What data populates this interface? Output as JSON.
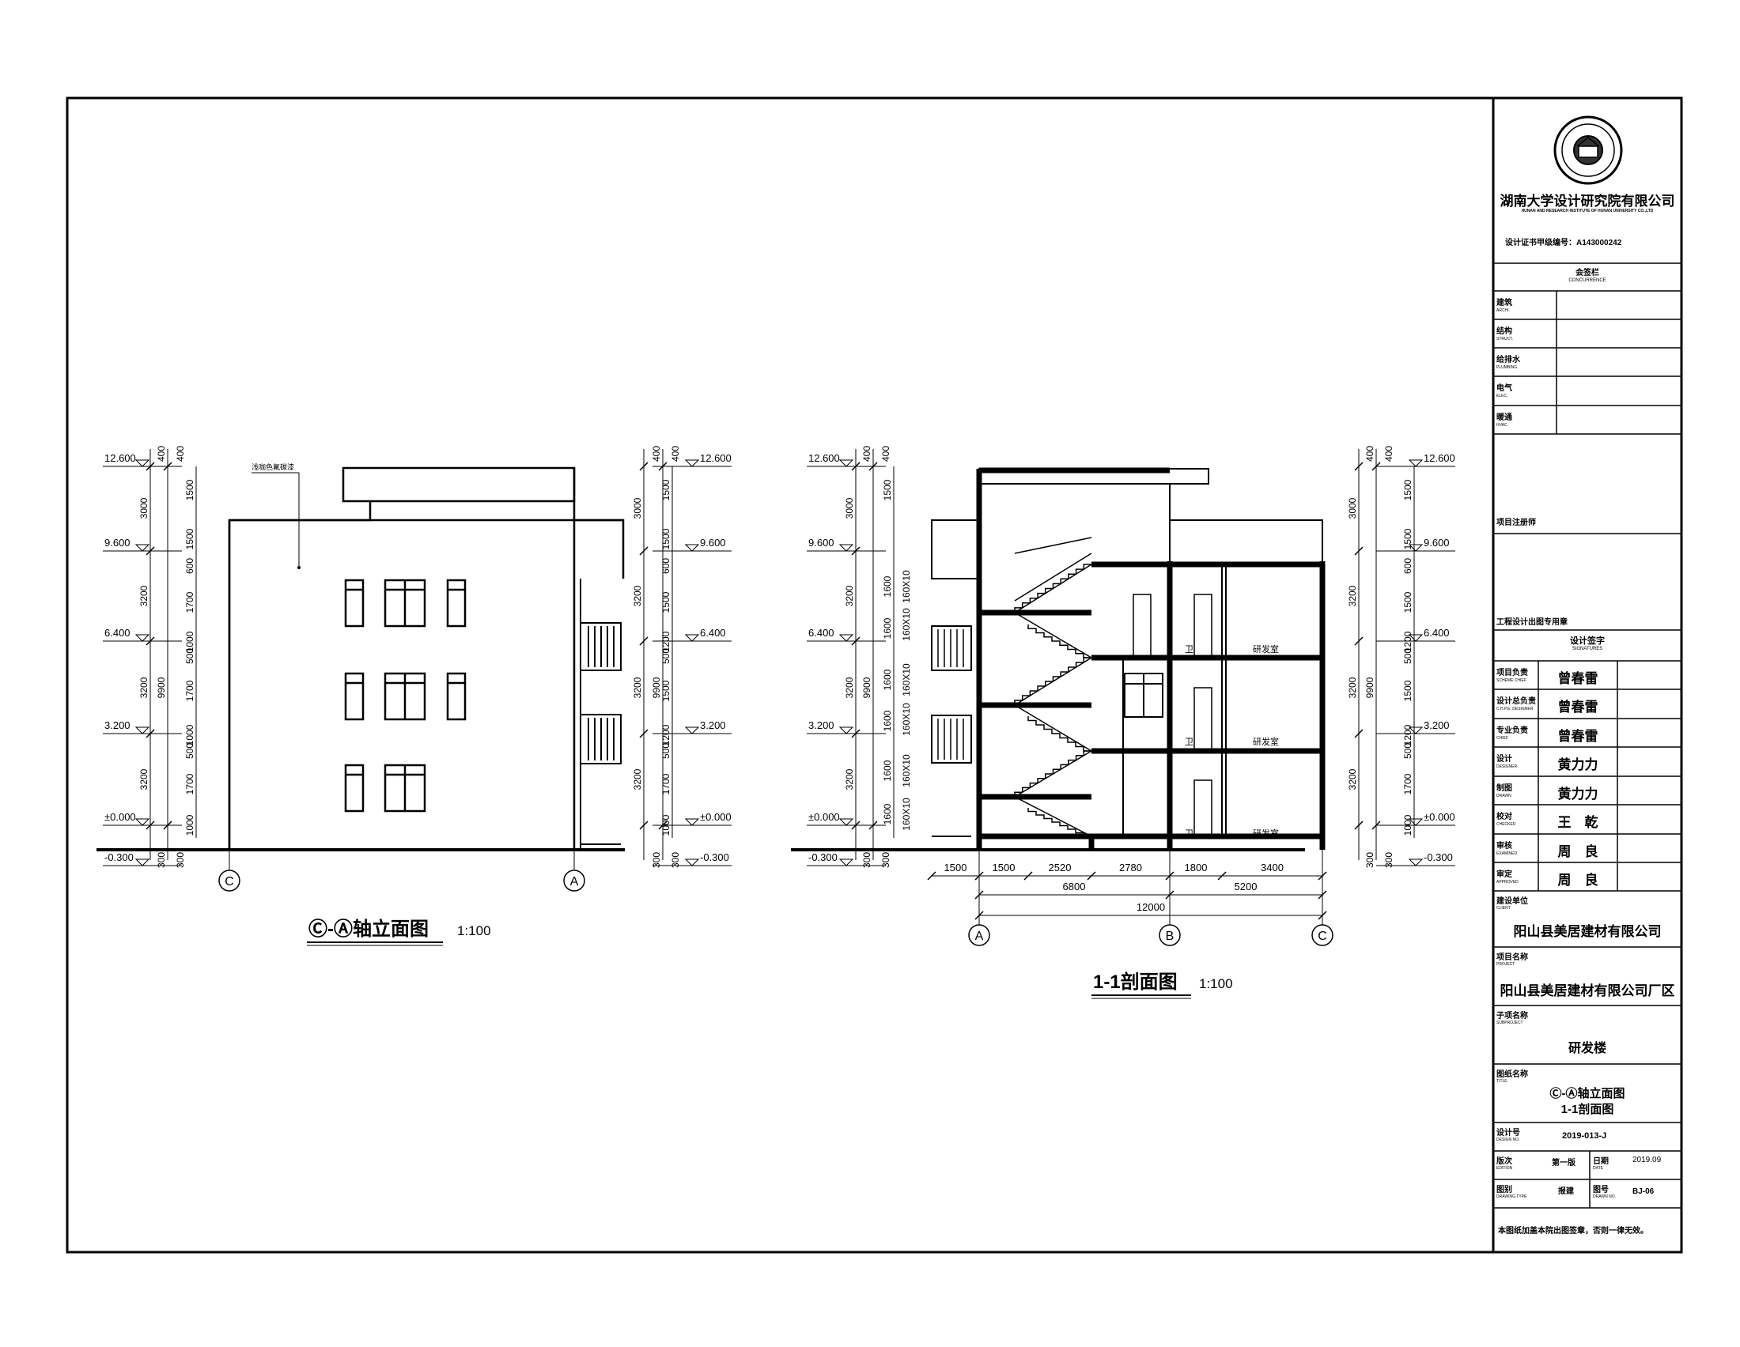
{
  "company": {
    "name": "湖南大学设计研究院有限公司",
    "name_en": "HUNAN AND RESEARCH INSTITUTE OF HUNAN UNIVERSITY CO.,LTD",
    "cert": "设计证书甲级编号：A143000242"
  },
  "countersign": {
    "title": "会签栏",
    "title_en": "CONCURRENCE",
    "rows": [
      {
        "cn": "建筑",
        "en": "ARCHI."
      },
      {
        "cn": "结构",
        "en": "STRUCT."
      },
      {
        "cn": "给排水",
        "en": "PLUMBING."
      },
      {
        "cn": "电气",
        "en": "ELEC."
      },
      {
        "cn": "暖通",
        "en": "HVAC."
      }
    ]
  },
  "seals": {
    "registered_engineer": "项目注册师",
    "design_seal": "工程设计出图专用章"
  },
  "signatures": {
    "title": "设计签字",
    "title_en": "SIGNATURES",
    "rows": [
      {
        "cn": "项目负责",
        "en": "SCHEME CHIEF",
        "name": "曾春雷"
      },
      {
        "cn": "设计总负责",
        "en": "C.H.P.E. DESIGNER",
        "name": "曾春雷"
      },
      {
        "cn": "专业负责",
        "en": "CHIEF",
        "name": "曾春雷"
      },
      {
        "cn": "设计",
        "en": "DESIGNER",
        "name": "黄力力"
      },
      {
        "cn": "制图",
        "en": "DRAWN",
        "name": "黄力力"
      },
      {
        "cn": "校对",
        "en": "CHECKED",
        "name": "王　乾"
      },
      {
        "cn": "审核",
        "en": "EXAMINED",
        "name": "周　良"
      },
      {
        "cn": "审定",
        "en": "APPROVED",
        "name": "周　良"
      }
    ]
  },
  "client": {
    "label": "建设单位",
    "label_en": "CLIENT",
    "value": "阳山县美居建材有限公司"
  },
  "project": {
    "label": "项目名称",
    "label_en": "PROJECT",
    "value": "阳山县美居建材有限公司厂区"
  },
  "subproject": {
    "label": "子项名称",
    "label_en": "SUBPROJECT",
    "value": "研发楼"
  },
  "drawing_title": {
    "label": "图纸名称",
    "label_en": "TITLE",
    "line1": "Ⓒ-Ⓐ轴立面图",
    "line2": "1-1剖面图"
  },
  "design_no": {
    "label": "设计号",
    "label_en": "DESIGN NO.",
    "value": "2019-013-J"
  },
  "edition": {
    "label": "版次",
    "label_en": "EDITION",
    "value": "第一版",
    "date_label": "日期",
    "date_en": "DATE",
    "date": "2019.09"
  },
  "drawing_type": {
    "label": "图别",
    "label_en": "DRAWING TYPE",
    "value": "报建",
    "no_label": "图号",
    "no_en": "DRAWN NO.",
    "no": "BJ-06"
  },
  "footer_note": "本图纸加盖本院出图签章，否则一律无效。",
  "views": {
    "elevation": {
      "title": "Ⓒ-Ⓐ轴立面图",
      "scale": "1:100",
      "material_note": "浅咖色氟碳漆",
      "axis_left": "C",
      "axis_right": "A"
    },
    "section": {
      "title": "1-1剖面图",
      "scale": "1:100",
      "axes": [
        "A",
        "B",
        "C"
      ],
      "dims_row1": [
        "1500",
        "1500",
        "2520",
        "2780",
        "1800",
        "3400"
      ],
      "dims_row2": [
        "6800",
        "5200"
      ],
      "dims_total": "12000",
      "rooms": [
        "研发室",
        "研发室",
        "研发室"
      ],
      "wc": [
        "卫",
        "卫",
        "卫"
      ],
      "window_tags": [
        "160X10",
        "160X10",
        "160X10",
        "160X10",
        "160X10",
        "160X10"
      ]
    }
  },
  "levels": [
    "12.600",
    "9.600",
    "6.400",
    "3.200",
    "±0.000",
    "-0.300"
  ],
  "dims": {
    "total": "9900",
    "floors": [
      "3000",
      "3200",
      "3200",
      "3200"
    ],
    "parapet": [
      "400",
      "400",
      "300",
      "300"
    ],
    "fine_left": [
      "1500",
      "1500",
      "600",
      "1700",
      "1000",
      "500",
      "1700",
      "1000",
      "500",
      "1700",
      "1000"
    ],
    "fine_right": [
      "1500",
      "1500",
      "600",
      "1500",
      "1200",
      "500",
      "1500",
      "1200",
      "500",
      "1700",
      "1000"
    ],
    "section_fine": [
      "1500",
      "1600",
      "1600",
      "1600",
      "1600",
      "1600",
      "1600"
    ]
  }
}
